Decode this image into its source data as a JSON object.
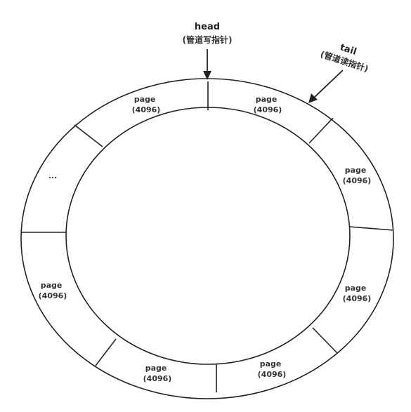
{
  "head": {
    "label": "head",
    "sublabel": "(管道写指针)"
  },
  "tail": {
    "label": "tail",
    "sublabel": "(管道读指针)"
  },
  "segments": [
    {
      "line1": "page",
      "line2": "(4096)"
    },
    {
      "line1": "page",
      "line2": "(4096)"
    },
    {
      "line1": "page",
      "line2": "(4096)"
    },
    {
      "line1": "page",
      "line2": "(4096)"
    },
    {
      "line1": "page",
      "line2": "(4096)"
    },
    {
      "line1": "page",
      "line2": "(4096)"
    },
    {
      "line1": "page",
      "line2": "(4096)"
    },
    {
      "line1": "..."
    }
  ],
  "colors": {
    "stroke": "#222222",
    "text": "#333333",
    "background": "#ffffff"
  }
}
